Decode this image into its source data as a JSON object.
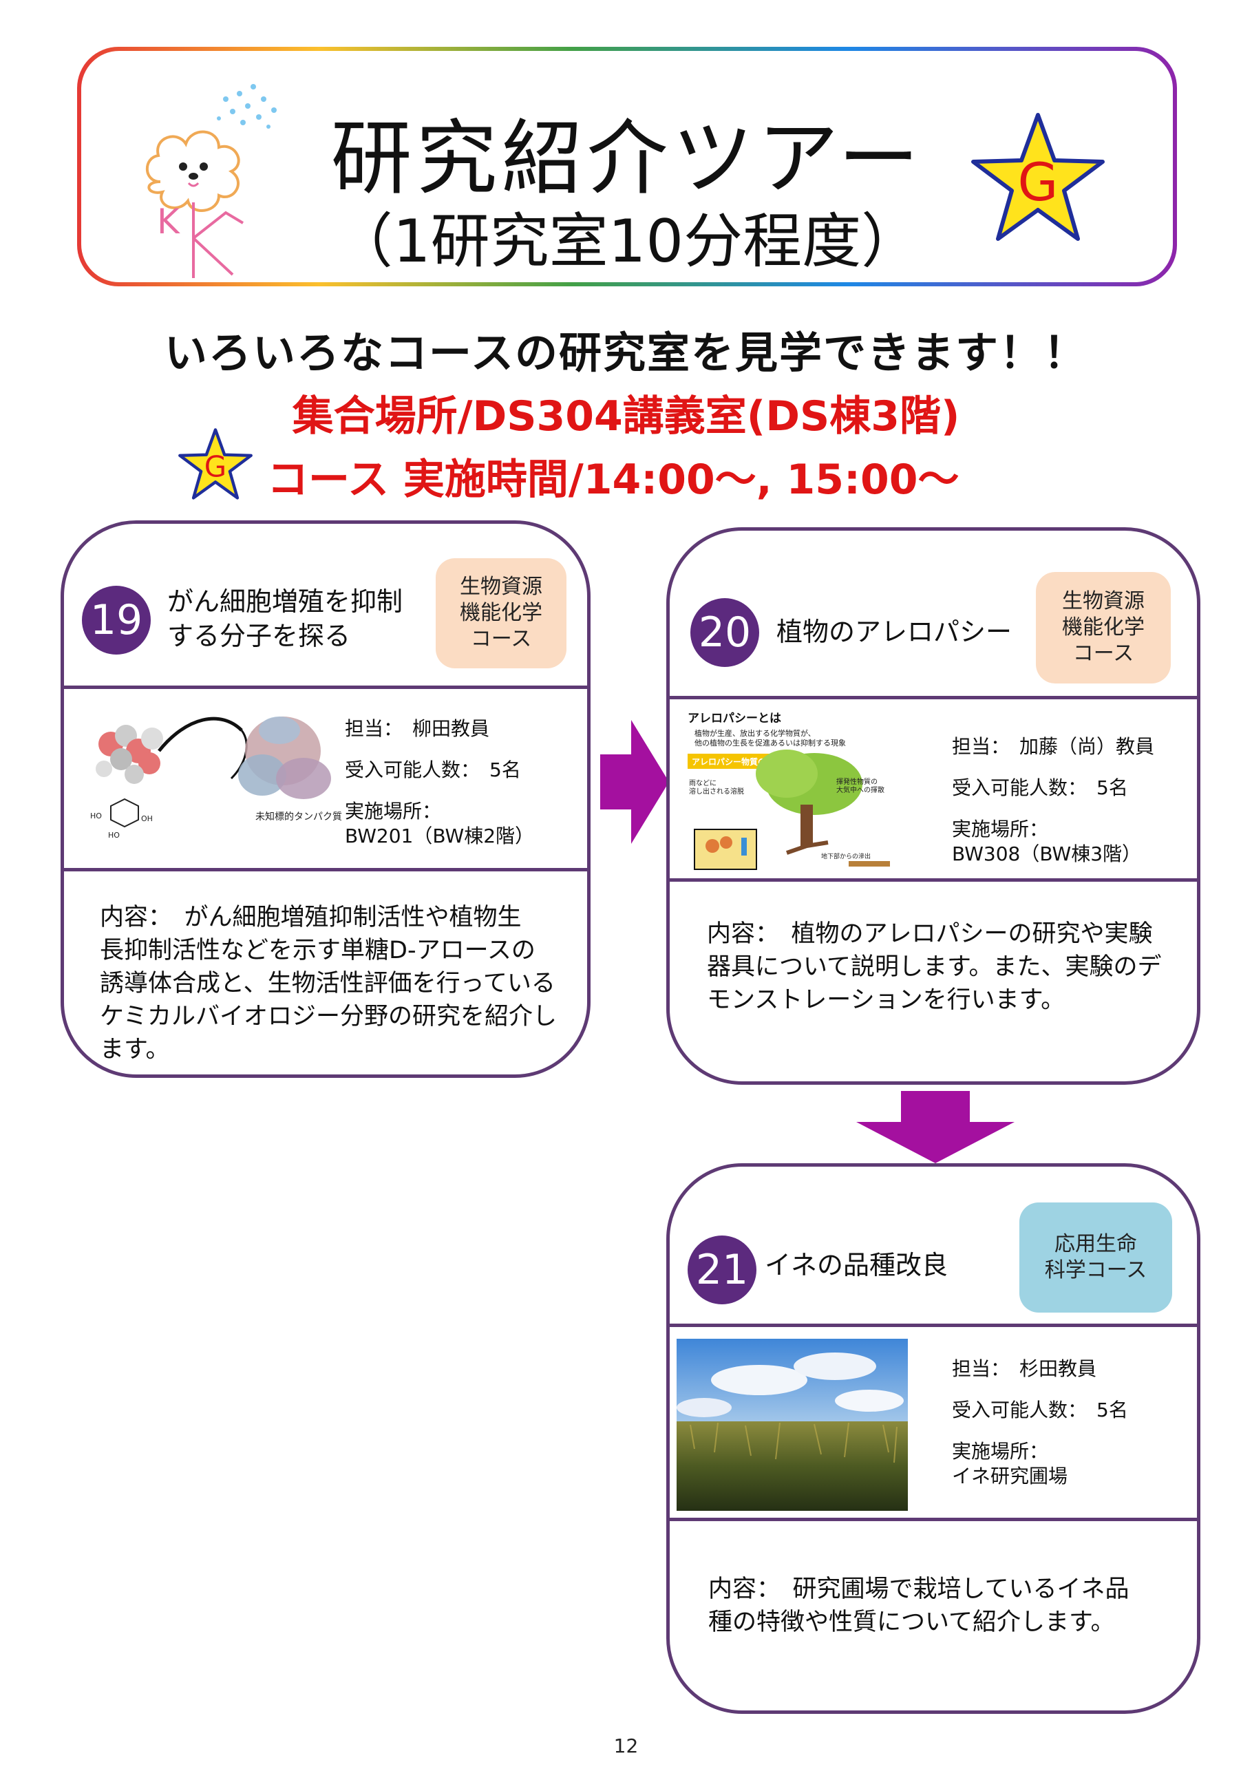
{
  "header": {
    "title": "研究紹介ツアー",
    "subtitle": "（1研究室10分程度）",
    "star_letter": "G",
    "mascot_letter": "K"
  },
  "headline": "いろいろなコースの研究室を見学できます！！",
  "meeting_place": "集合場所/DS304講義室(DS棟3階)",
  "course_time": "コース 実施時間/14:00～, 15:00～",
  "small_star_letter": "G",
  "colors": {
    "card_border": "#5e3a74",
    "number_circle": "#5c2a7e",
    "accent_red": "#e01515",
    "badge_orange": "#fbdcc3",
    "badge_blue": "#9ed3e3",
    "arrow": "#a4109f"
  },
  "cards": [
    {
      "number": "19",
      "title_line1": "がん細胞増殖を抑制",
      "title_line2": "する分子を探る",
      "course_line1": "生物資源",
      "course_line2": "機能化学",
      "course_line3": "コース",
      "staff": "担当：　柳田教員",
      "capacity": "受入可能人数：　5名",
      "place_label": "実施場所：",
      "place": "BW201（BW棟2階）",
      "image_caption": "未知標的タンパク質",
      "desc_lines": [
        "内容：　がん細胞増殖抑制活性や植物生",
        "長抑制活性などを示す単糖D-アロースの",
        "誘導体合成と、生物活性評価を行っている",
        "ケミカルバイオロジー分野の研究を紹介し",
        "ます。"
      ]
    },
    {
      "number": "20",
      "title_line1": "植物のアレロパシー",
      "course_line1": "生物資源",
      "course_line2": "機能化学",
      "course_line3": "コース",
      "staff": "担当：　加藤（尚）教員",
      "capacity": "受入可能人数：　5名",
      "place_label": "実施場所：",
      "place": "BW308（BW棟3階）",
      "figure": {
        "heading": "アレロパシーとは",
        "lead1": "植物が生産、放出する化学物質が、",
        "lead2": "他の植物の生長を促進あるいは抑制する現象",
        "banner": "アレロパシー物質の作用経路",
        "label_volatile1": "揮発性物質の",
        "label_volatile2": "大気中への揮散",
        "label_rain1": "雨などに",
        "label_rain2": "溶し出される溶脱",
        "label_root": "地下部からの滲出"
      },
      "desc_lines": [
        "内容：　植物のアレロパシーの研究や実験",
        "器具について説明します。また、実験のデ",
        "モンストレーションを行います。"
      ]
    },
    {
      "number": "21",
      "title_line1": "イネの品種改良",
      "course_line1": "応用生命",
      "course_line2": "科学コース",
      "staff": "担当：　杉田教員",
      "capacity": "受入可能人数：　5名",
      "place_label": "実施場所：",
      "place": "イネ研究圃場",
      "desc_lines": [
        "内容：　研究圃場で栽培しているイネ品",
        "種の特徴や性質について紹介します。"
      ]
    }
  ],
  "page_number": "12"
}
